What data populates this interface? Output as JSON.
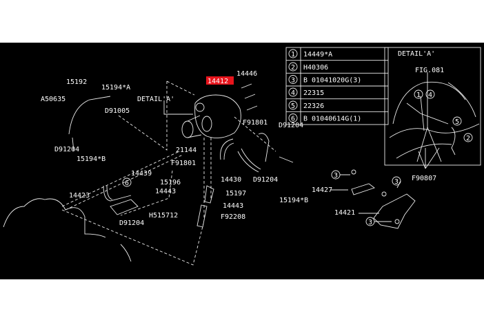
{
  "highlight_color": "#e8141c",
  "highlighted_part": "14412",
  "labels": {
    "p14446": "14446",
    "p15192": "15192",
    "p15194A": "15194*A",
    "a50635": "A50635",
    "d91005": "D91005",
    "d91204_a": "D91204",
    "p15194B_a": "15194*B",
    "detail_ref": "DETAIL'A'",
    "f91801_a": "F91801",
    "d91204_b": "D91204",
    "p21144": "21144",
    "f91801_b": "F91801",
    "p14430": "14430",
    "d91204_c": "D91204",
    "p15194B_b": "15194*B",
    "p14439": "14439",
    "p14423": "14423",
    "d91204_d": "D91204",
    "p15196": "15196",
    "p14443_a": "14443",
    "p15197": "15197",
    "p14443_b": "14443",
    "h515712": "H515712",
    "f92208": "F92208",
    "p14427": "14427",
    "p14421": "14421",
    "f90807": "F90807",
    "callout6": "6",
    "callout3_a": "3",
    "callout3_b": "3",
    "callout3_c": "3"
  },
  "legend": [
    {
      "num": "1",
      "part": "14449*A"
    },
    {
      "num": "2",
      "part": "H40306"
    },
    {
      "num": "3",
      "part": "B 01041020G(3)"
    },
    {
      "num": "4",
      "part": "22315"
    },
    {
      "num": "5",
      "part": "22326"
    },
    {
      "num": "6",
      "part": "B 01040614G(1)"
    }
  ],
  "detail": {
    "title": "DETAIL'A'",
    "fig_ref": "FIG.081",
    "callouts": [
      "1",
      "4",
      "5",
      "2"
    ]
  }
}
